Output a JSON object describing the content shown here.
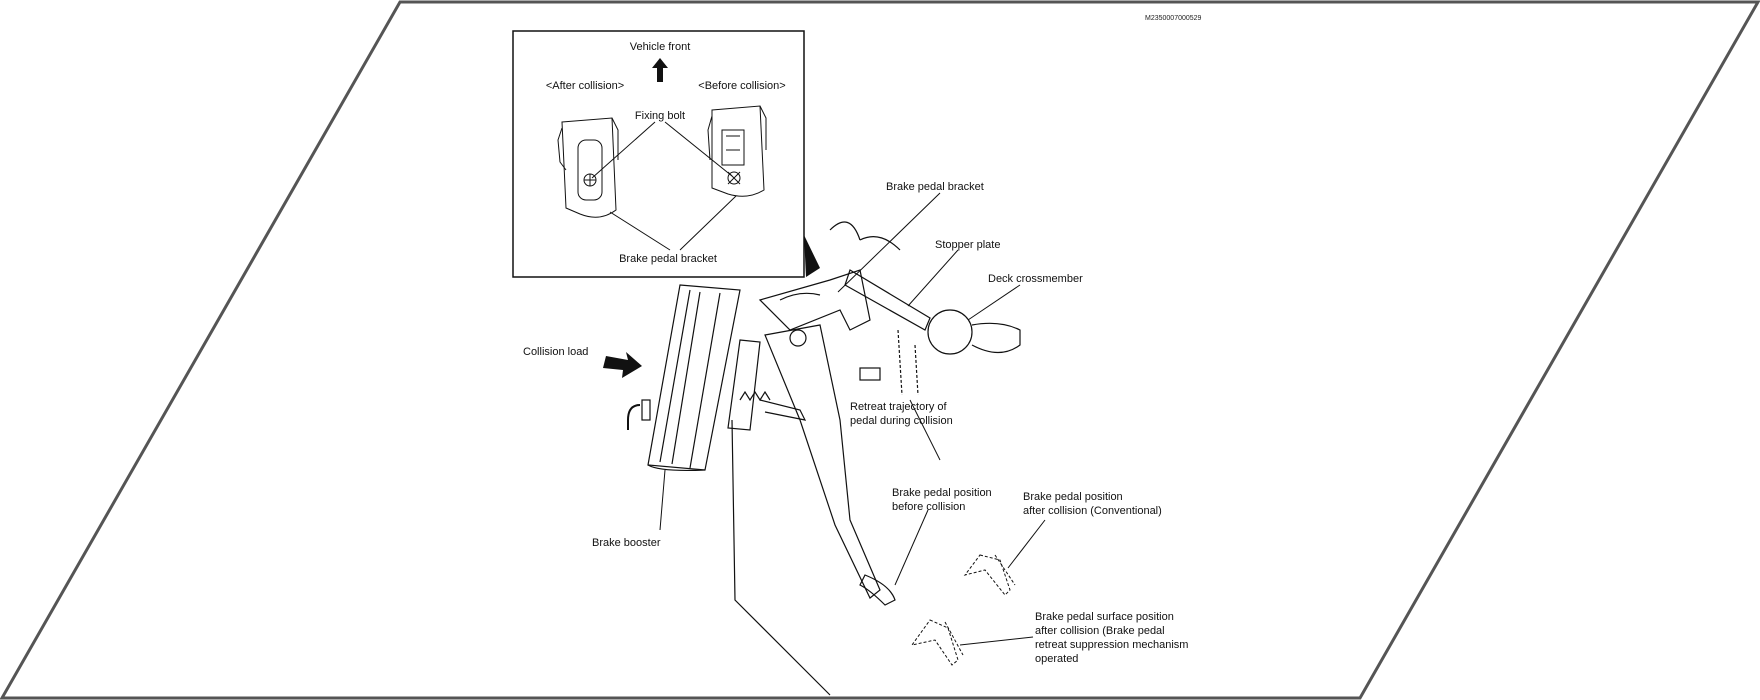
{
  "figure_code": "M2350007000529",
  "inset": {
    "vehicle_front": "Vehicle front",
    "after_collision": "<After collision>",
    "before_collision": "<Before collision>",
    "fixing_bolt": "Fixing bolt",
    "bracket": "Brake pedal bracket"
  },
  "callouts": {
    "brake_pedal_bracket": "Brake pedal bracket",
    "stopper_plate": "Stopper plate",
    "deck_crossmember": "Deck crossmember",
    "collision_load": "Collision load",
    "retreat_line1": "Retreat trajectory of",
    "retreat_line2": "pedal during collision",
    "brake_booster": "Brake booster",
    "pos_before_line1": "Brake pedal position",
    "pos_before_line2": "before collision",
    "pos_after_line1": "Brake pedal position",
    "pos_after_line2": "after collision (Conventional)",
    "surface_line1": "Brake pedal surface position",
    "surface_line2": "after collision (Brake pedal",
    "surface_line3": "retreat suppression mechanism",
    "surface_line4": "operated"
  },
  "colors": {
    "frame": "#555555",
    "ink": "#111111"
  }
}
